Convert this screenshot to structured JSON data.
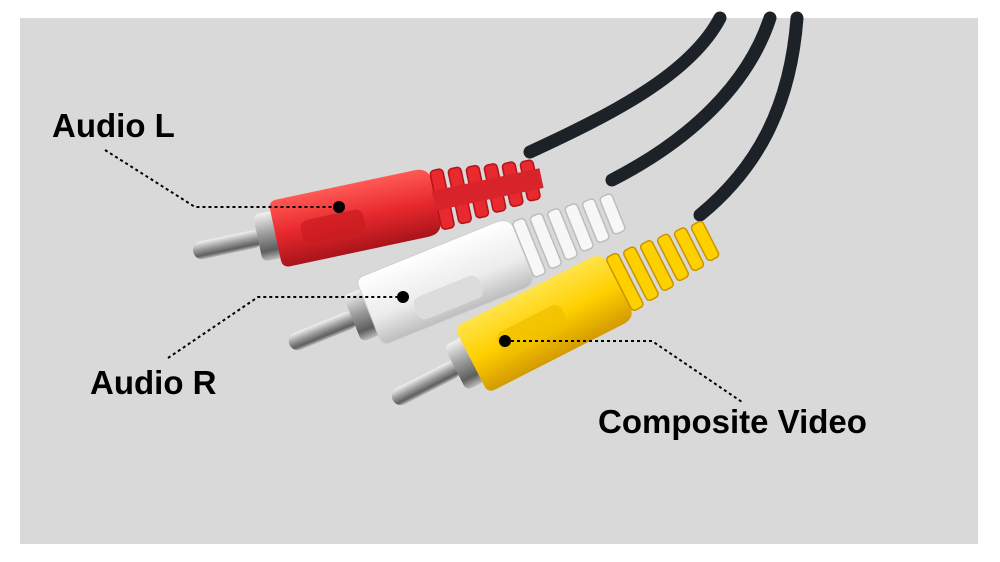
{
  "diagram": {
    "background_color": "#d9d9d9",
    "labels": {
      "audio_left": "Audio L",
      "audio_right": "Audio R",
      "composite_video": "Composite Video"
    },
    "connectors": [
      {
        "name": "audio-left-plug",
        "color": "#e8292e",
        "label_key": "audio_left"
      },
      {
        "name": "audio-right-plug",
        "color": "#f4f4f4",
        "label_key": "audio_right"
      },
      {
        "name": "composite-video-plug",
        "color": "#ffd400",
        "label_key": "composite_video"
      }
    ],
    "cable_color": "#1d2228",
    "leader_line_color": "#000000"
  }
}
